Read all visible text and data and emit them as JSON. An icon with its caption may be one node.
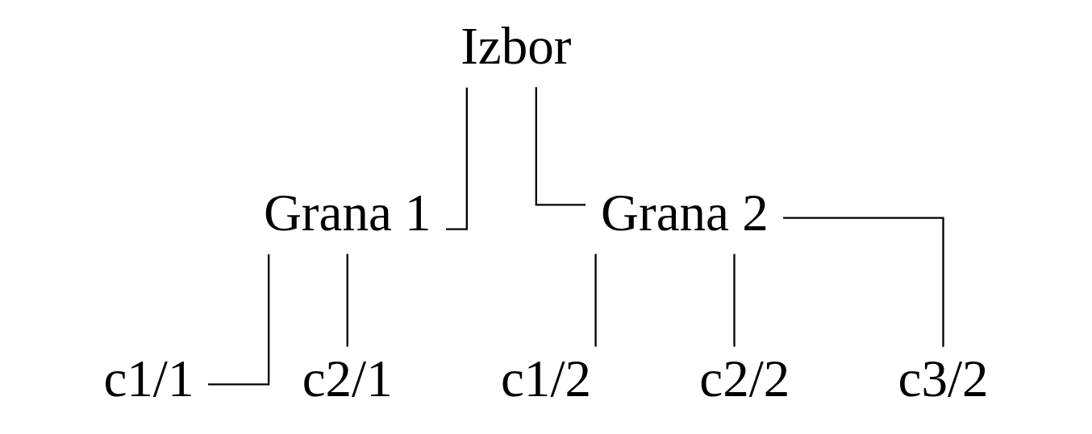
{
  "diagram": {
    "nodes": [
      {
        "text": [
          "Izbor"
        ]
      },
      {
        "text": [
          "Grana 1"
        ]
      },
      {
        "text": [
          "Grana 2"
        ]
      },
      {
        "text": [
          "c1/1"
        ]
      },
      {
        "text": [
          "c2/1"
        ]
      },
      {
        "text": [
          "c1/2"
        ]
      },
      {
        "text": [
          "c2/2"
        ]
      },
      {
        "text": [
          "c3/2"
        ]
      }
    ],
    "edges": [
      {
        "from": 0,
        "to": 1,
        "arrow": "none"
      },
      {
        "from": 0,
        "to": 2,
        "arrow": "none"
      },
      {
        "from": 1,
        "to": 3,
        "arrow": "none"
      },
      {
        "from": 1,
        "to": 4,
        "arrow": "none"
      },
      {
        "from": 2,
        "to": 5,
        "arrow": "none"
      },
      {
        "from": 2,
        "to": 6,
        "arrow": "none"
      },
      {
        "from": 2,
        "to": 7,
        "arrow": "none"
      }
    ]
  }
}
